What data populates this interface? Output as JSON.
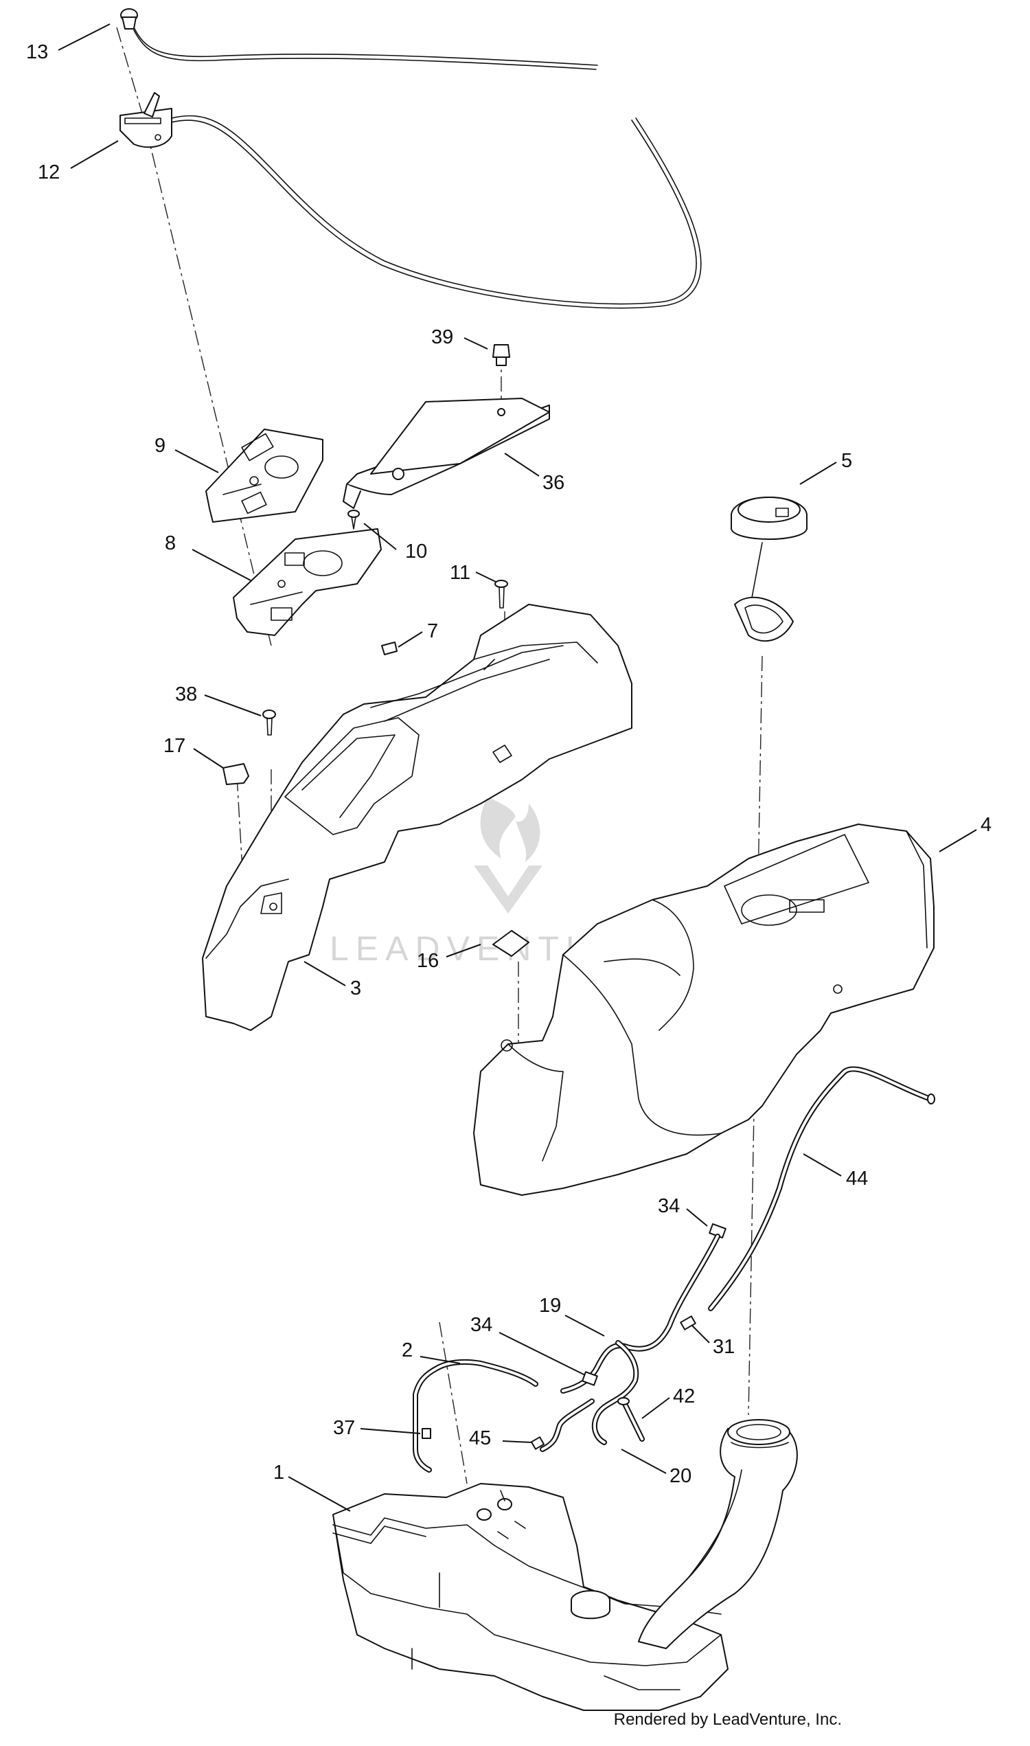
{
  "diagram": {
    "watermark": "LEADVENTURE",
    "credit": "Rendered by LeadVenture, Inc.",
    "callouts": [
      "13",
      "12",
      "39",
      "9",
      "36",
      "5",
      "8",
      "10",
      "11",
      "7",
      "38",
      "17",
      "4",
      "16",
      "3",
      "44",
      "34",
      "19",
      "31",
      "34",
      "2",
      "42",
      "37",
      "45",
      "20",
      "1"
    ]
  },
  "colors": {
    "line": "#111111",
    "watermark": "#d9d9d9",
    "background": "#ffffff"
  }
}
